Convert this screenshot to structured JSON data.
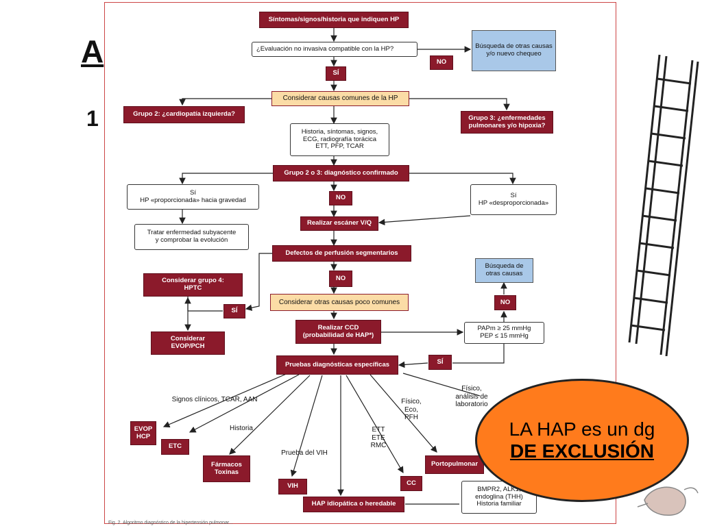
{
  "slide": {
    "title_fragment": "A",
    "number_fragment": "1",
    "footer_caption": "Fig. 2. Algoritmo diagnóstico de la hipertensión pulmonar..."
  },
  "callout": {
    "line1": "LA HAP es un dg",
    "line2": "DE EXCLUSIÓN"
  },
  "flowchart": {
    "n_start": "Síntomas/signos/historia que indiquen HP",
    "n_eval": "¿Evaluación no invasiva compatible con la HP?",
    "n_search1": "Búsqueda de otras causas y/o nuevo chequeo",
    "n_no1": "NO",
    "n_si1": "SÍ",
    "n_common": "Considerar causas comunes de la HP",
    "n_group2": "Grupo 2: ¿cardiopatía izquierda?",
    "n_group3": "Grupo 3: ¿enfermedades pulmonares y/o hipoxia?",
    "n_history": "Historia, síntomas, signos,\nECG, radiografía torácica\nETT, PFP, TCAR",
    "n_confirm": "Grupo 2 o 3: diagnóstico confirmado",
    "n_prop": "Sí\nHP «proporcionada» hacia gravedad",
    "n_no2": "NO",
    "n_disprop": "Sí\nHP «desproporcionada»",
    "n_treat": "Tratar enfermedad subyacente\ny comprobar la evolución",
    "n_vq": "Realizar escáner V/Q",
    "n_perf": "Defectos de perfusión segmentarios",
    "n_g4": "Considerar grupo 4:\nHPTC",
    "n_no3": "NO",
    "n_search2": "Búsqueda de\notras causas",
    "n_si2": "SÍ",
    "n_uncommon": "Considerar otras causas poco comunes",
    "n_no4": "NO",
    "n_evop1": "Considerar\nEVOP/PCH",
    "n_ccd": "Realizar CCD\n(probabilidad de HAP*)",
    "n_papm": "PAPm ≥ 25 mmHg\nPEP ≤ 15 mmHg",
    "n_tests": "Pruebas diagnósticas específicas",
    "n_si3": "SÍ",
    "lbl_signs": "Signos clínicos, TCAR, AAN",
    "lbl_physical1": "Físico,\nanálisis de\nlaboratorio",
    "lbl_physical2": "Físico,\nEco,\nPFH",
    "lbl_history": "Historia",
    "lbl_hiv": "Prueba del VIH",
    "lbl_ett": "ETT\nETE\nRMC",
    "n_evop2": "EVOP\nHCP",
    "n_etc": "ETC",
    "n_drugs": "Fármacos\nToxinas",
    "n_vih": "VIH",
    "n_cc": "CC",
    "n_porto": "Portopulmonar",
    "n_idio": "HAP idiopática o heredable",
    "n_genetic": "BMPR2, ALK1,\nendoglina (THH)\nHistoria familiar"
  }
}
